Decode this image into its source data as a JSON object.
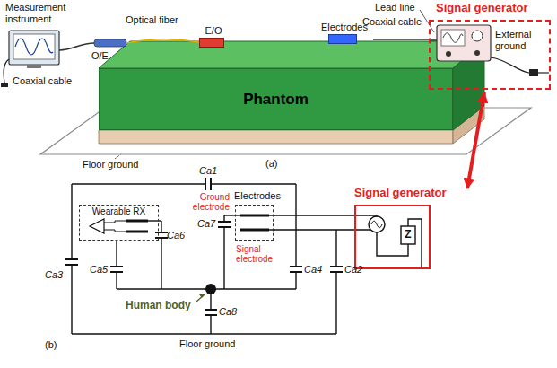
{
  "diagram": {
    "nodes": [
      {
        "text": [
          "Phantom"
        ]
      },
      {
        "text": [
          "E/O"
        ]
      },
      {
        "text": [
          "Electrodes"
        ]
      },
      {
        "text": [
          "Signal generator"
        ]
      },
      {
        "text": [
          "Wearable RX"
        ]
      },
      {
        "text": [
          "Electrodes"
        ]
      },
      {
        "text": [
          "Signal generator"
        ]
      }
    ],
    "edges": [
      {
        "from": 2,
        "to": 3,
        "arrow": "none"
      },
      {
        "from": 3,
        "to": 6,
        "arrow": "both"
      }
    ],
    "labels": [
      "Measurement instrument",
      "Coaxial cable",
      "O/E",
      "Optical fiber",
      "Lead line",
      "Coaxial cable",
      "External ground",
      "Floor ground",
      "(a)",
      "Ca1",
      "Ground electrode",
      "Ca6",
      "Ca7",
      "Ca5",
      "Ca4",
      "Ca3",
      "Ca2",
      "Signal electrode",
      "Human body",
      "Ca8",
      "Floor ground",
      "(b)",
      "Z"
    ]
  }
}
